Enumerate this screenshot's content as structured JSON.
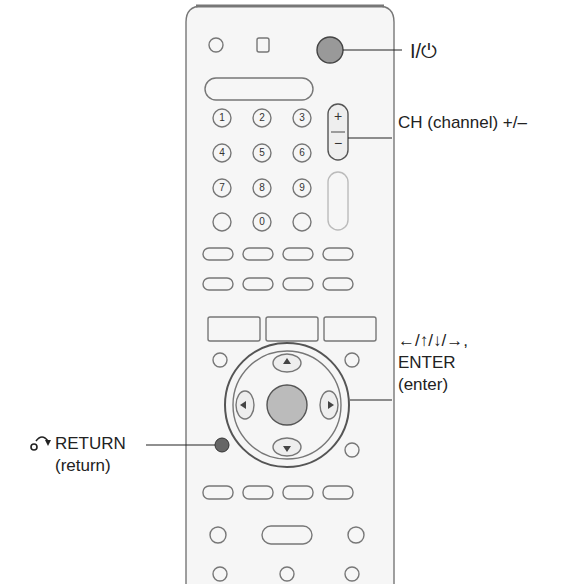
{
  "diagram": {
    "labels": [
      "I/⏻",
      "CH (channel) +/–",
      "←/↑/↓/→, ENTER (enter)",
      "RETURN (return)",
      "1",
      "2",
      "3",
      "4",
      "5",
      "6",
      "7",
      "8",
      "9",
      "0",
      "+",
      "−"
    ]
  }
}
